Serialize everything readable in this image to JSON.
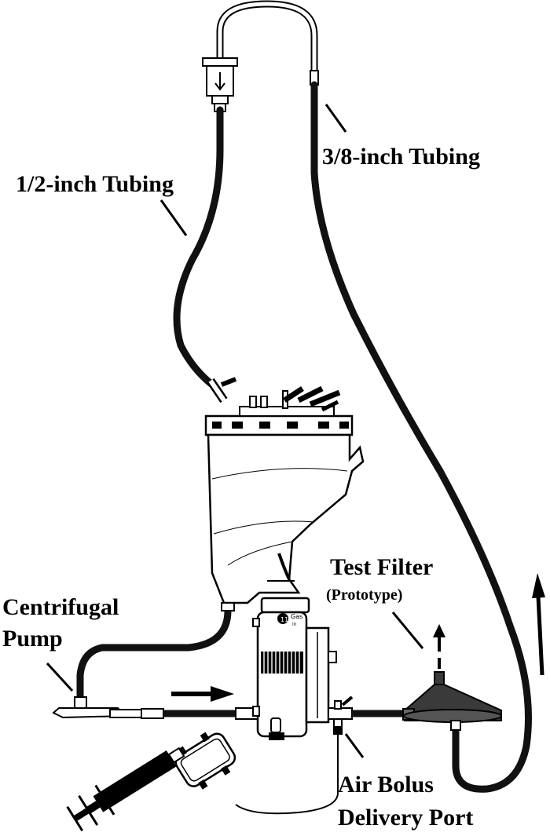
{
  "labels": {
    "tubing_half": "1/2-inch Tubing",
    "tubing_three_eighths": "3/8-inch Tubing",
    "test_filter": "Test Filter",
    "prototype": "(Prototype)",
    "pump_line1": "Centrifugal",
    "pump_line2": "Pump",
    "air_bolus_line1": "Air Bolus",
    "air_bolus_line2": "Delivery Port"
  },
  "reservoir_marking": {
    "number": "11",
    "gas": "Gas",
    "gas_sub": "in"
  },
  "colors": {
    "tubing": "#111111",
    "outline": "#000000",
    "filter_fill": "#3a3a3a",
    "background": "#ffffff"
  }
}
